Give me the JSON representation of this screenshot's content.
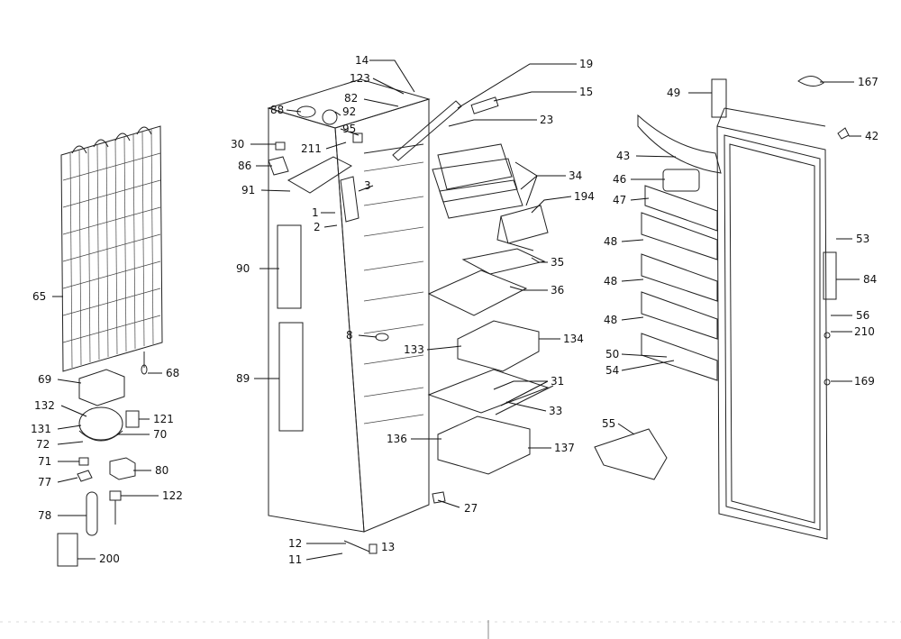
{
  "parts": {
    "p14": "14",
    "p123": "123",
    "p19": "19",
    "p82": "82",
    "p15": "15",
    "p88": "88",
    "p92": "92",
    "p23": "23",
    "p95": "95",
    "p30": "30",
    "p211": "211",
    "p86": "86",
    "p34": "34",
    "p91": "91",
    "p3": "3",
    "p194": "194",
    "p1": "1",
    "p2": "2",
    "p35": "35",
    "p90": "90",
    "p36": "36",
    "p8": "8",
    "p133": "133",
    "p134": "134",
    "p89": "89",
    "p31": "31",
    "p33": "33",
    "p136": "136",
    "p137": "137",
    "p27": "27",
    "p12": "12",
    "p13": "13",
    "p11": "11",
    "p65": "65",
    "p69": "69",
    "p68": "68",
    "p132": "132",
    "p121": "121",
    "p131": "131",
    "p70": "70",
    "p72": "72",
    "p71": "71",
    "p80": "80",
    "p77": "77",
    "p122": "122",
    "p78": "78",
    "p200": "200",
    "p49": "49",
    "p167": "167",
    "p42": "42",
    "p43": "43",
    "p46": "46",
    "p47": "47",
    "p48a": "48",
    "p53": "53",
    "p48b": "48",
    "p84": "84",
    "p48c": "48",
    "p56": "56",
    "p210": "210",
    "p50": "50",
    "p54": "54",
    "p169": "169",
    "p55": "55"
  }
}
